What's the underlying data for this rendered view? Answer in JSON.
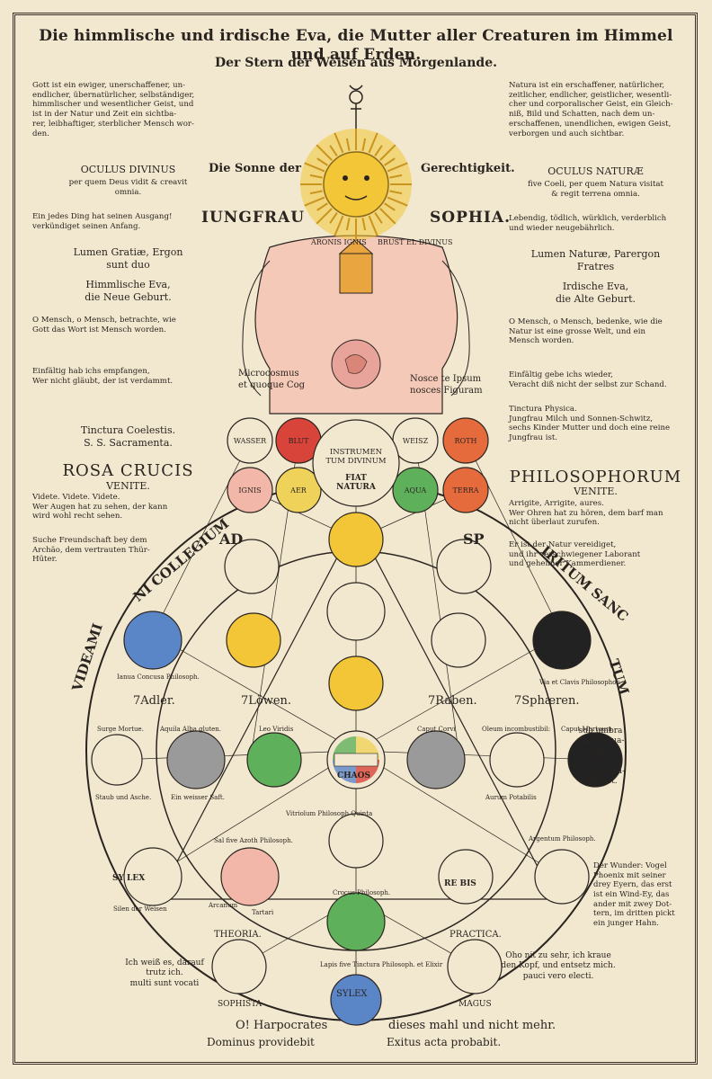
{
  "title": "Die himmlische und irdische Eva, die Mutter aller Creaturen im Himmel und auf Erden.",
  "subtitle": "Der Stern der Weisen aus Morgenlande.",
  "left": {
    "gott": "Gott ist ein ewiger, unerschaffener, un-\nendlicher, übernatürlicher, selbständiger,\nhimmlischer und wesentlicher Geist, und\nist in der Natur und Zeit ein sichtba-\nrer, leibhaftiger, sterblicher Mensch wor-\nden.",
    "oculus": "OCULUS DIVINUS",
    "oculus_sub": "per quem Deus vidit & creavit\nomnia.",
    "ding": "Ein jedes Ding hat seinen Ausgang!\nverkündiget seinen Anfang.",
    "lumen": "Lumen Gratiæ, Ergon\nsunt duo",
    "eva": "Himmlische Eva,\ndie Neue Geburt.",
    "mensch": "O Mensch, o Mensch, betrachte, wie\nGott das Wort ist Mensch worden.",
    "einfaeltig": "Einfältig hab ichs empfangen,\nWer nicht gläubt, der ist verdammt.",
    "tinctura": "Tinctura Coelestis.\nS. S. Sacramenta.",
    "rosa": "ROSA CRUCIS",
    "venite": "VENITE.",
    "videte": "Videte. Videte. Videte.\nWer Augen hat zu sehen, der kann\nwird wohl recht sehen.",
    "suche": "Suche Freundschaft bey dem\nArchäo, dem vertrauten Thür-\nHüter."
  },
  "right": {
    "natura": "Natura ist ein erschaffener, natürlicher,\nzeitlicher, endlicher, geistlicher, wesentli-\ncher und corporalischer Geist, ein Gleich-\nniß, Bild und Schatten, nach dem un-\nerschaffenen, unendlichen, ewigen Geist,\nverborgen und auch sichtbar.",
    "oculus": "OCULUS NATURÆ",
    "oculus_sub": "five Coeli, per quem Natura visitat\n& regit terrena omnia.",
    "lebendig": "Lebendig, tödlich, würklich, verderblich\nund wieder neugebährlich.",
    "lumen": "Lumen Naturæ, Parergon\nFratres",
    "eva": "Irdische Eva,\ndie Alte Geburt.",
    "mensch": "O Mensch, o Mensch, bedenke, wie die\nNatur ist eine grosse Welt, und ein\nMensch worden.",
    "einfaeltig": "Einfältig gebe ichs wieder,\nVeracht diß nicht der selbst zur Schand.",
    "tinctura": "Tinctura Physica.\nJungfrau Milch und Sonnen-Schwitz,\nsechs Kinder Mutter und doch eine reine\nJungfrau ist.",
    "philo": "PHILOSOPHORUM",
    "venite": "VENITE.",
    "arrigite": "Arrigite, Arrigite, aures.\nWer Ohren hat zu hören, dem barf man\nnicht überlaut zurufen.",
    "erist": "Er ist der Natur vereidiget,\nund ihr verschwiegener Laborant\nund geheimer Kammerdiener."
  },
  "center": {
    "sonne_left": "Die Sonne der",
    "sonne_right": "Gerechtigkeit.",
    "jungfrau": "IUNGFRAU",
    "sophia": "SOPHIA.",
    "aronis": "ARONIS\nIGNIS",
    "brust": "BRUST EL\nDIVINUS",
    "microcosmus": "Microcosmus\net quoque Cog",
    "nosce": "Nosce te Ipsum\nnosces Figuram",
    "instrumentum": "INSTRUMEN\nTUM DIVINUM",
    "fiat": "FIAT\nNATURA",
    "elements": [
      "WASSER",
      "BLUT",
      "WEISZ",
      "ROTH",
      "IGNIS",
      "AER",
      "AQUA",
      "TERRA"
    ],
    "ring_words": [
      "AD",
      "NI COLLEGIUM",
      "VIDEAMI",
      "SP",
      "IRITUM SANC",
      "TUM"
    ],
    "adler": "7Adler.",
    "loewen": "7Löwen.",
    "raben": "7Raben.",
    "sphaeren": "7Sphæren.",
    "chaos": "CHAOS",
    "rebis": "RE   BIS",
    "sublex": "SY   LEX",
    "theoria": "THEORIA.",
    "practica": "PRACTICA.",
    "sophista": "SOPHISTA",
    "magus": "MAGUS",
    "sylex": "SYLEX",
    "janua": "Ianua Concusa Philosoph.",
    "vita": "Via et Clavis Philosophor.",
    "sub_umbra": "sub umbra\nalarum tua-\nrum\nP. F.\nConsumma-\ntum est.",
    "wunder": "Der Wunder: Vogel\nPhoenix mit seiner\ndrey Eyern, das erst\nist ein Wind-Ey, das\nander mit zwey Dot-\ntern, im dritten pickt\nein junger Hahn.",
    "ich_weiss": "Ich weiß es, darauf\ntrutz ich.\nmulti sunt vocati",
    "oho": "Oho nit zu sehr, ich kraue\nden Kopf, und entsetz mich.\npauci vero electi.",
    "harpocrates": "O! Harpocrates",
    "dieses": "dieses mahl und nicht mehr.",
    "dominus": "Dominus providebit",
    "exitus": "Exitus acta probabit.",
    "caput": "Caput Mortuum",
    "oleum": "Oleum incombustibil:",
    "aurum": "Aurum Potabilis",
    "aquila": "Aquila Alba gluten.",
    "leo": "Leo Viridis",
    "caput_corvi": "Caput Corvi",
    "surge": "Surge Mortue.",
    "staub": "Staub und Asche.",
    "einweisser": "Ein weisser Saft.",
    "sal": "Sal five Azoth Philosoph.",
    "argentum": "Argentum Philosoph.",
    "crocus": "Crocus Philosoph.",
    "lapis": "Lapis five Tinctura\nPhilosoph.   et Elixir",
    "vitriolum": "Vitriolum\nPhilosoph\nQuinta",
    "arcanum": "Arcanum",
    "tartari": "Tartari",
    "silen": "Silen\nder Weisen"
  },
  "colors": {
    "paper": "#f2e8cf",
    "ink": "#2a2420",
    "sun": "#f2c636",
    "blood": "#d8433a",
    "red_orange": "#e56a3c",
    "green": "#5fb05a",
    "blue": "#5a86c8",
    "yellow": "#efd25a",
    "pink": "#f2b7a8",
    "grey": "#9a9a9a",
    "dark": "#222222"
  }
}
